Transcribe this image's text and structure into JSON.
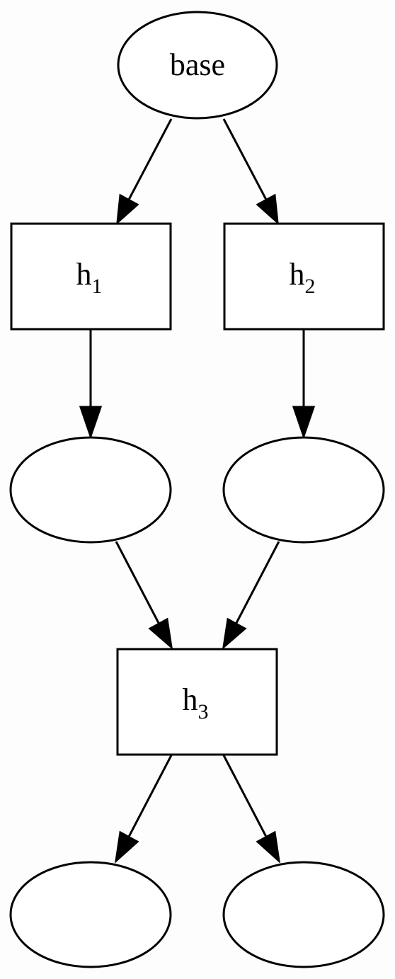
{
  "diagram": {
    "nodes": {
      "base": {
        "label": "base",
        "shape": "ellipse"
      },
      "h1": {
        "label_main": "h",
        "label_sub": "1",
        "shape": "box"
      },
      "h2": {
        "label_main": "h",
        "label_sub": "2",
        "shape": "box"
      },
      "l1": {
        "label": "",
        "shape": "ellipse"
      },
      "r1": {
        "label": "",
        "shape": "ellipse"
      },
      "h3": {
        "label_main": "h",
        "label_sub": "3",
        "shape": "box"
      },
      "l2": {
        "label": "",
        "shape": "ellipse"
      },
      "r2": {
        "label": "",
        "shape": "ellipse"
      }
    },
    "edges": [
      {
        "from": "base",
        "to": "h1"
      },
      {
        "from": "base",
        "to": "h2"
      },
      {
        "from": "h1",
        "to": "l1"
      },
      {
        "from": "h2",
        "to": "r1"
      },
      {
        "from": "l1",
        "to": "h3"
      },
      {
        "from": "r1",
        "to": "h3"
      },
      {
        "from": "h3",
        "to": "l2"
      },
      {
        "from": "h3",
        "to": "r2"
      }
    ],
    "colors": {
      "stroke": "#000000",
      "fill": "#ffffff",
      "background": "#fdfdfd"
    }
  }
}
